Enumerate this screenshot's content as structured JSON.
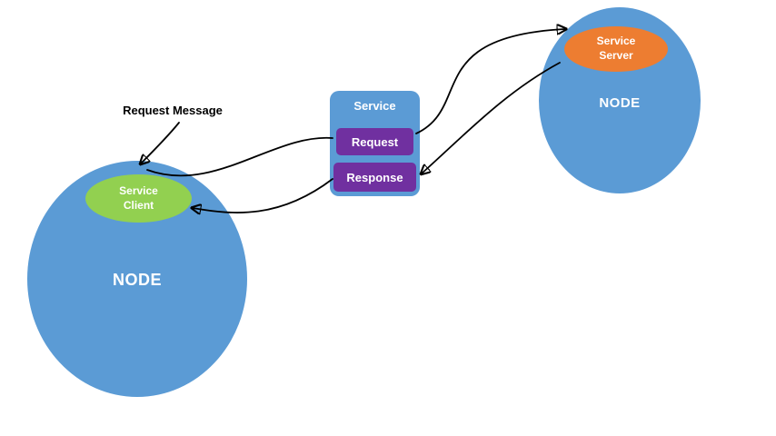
{
  "annotation": {
    "label": "Request Message"
  },
  "left_node": {
    "label": "NODE",
    "client": {
      "label": "Service Client"
    }
  },
  "right_node": {
    "label": "NODE",
    "server": {
      "label": "Service Server"
    }
  },
  "service": {
    "title": "Service",
    "request": {
      "label": "Request"
    },
    "response": {
      "label": "Response"
    }
  },
  "colors": {
    "node_fill": "#5b9bd5",
    "client_fill": "#92d050",
    "server_fill": "#ed7d31",
    "action_fill": "#7030a0",
    "arrow": "#000000",
    "background": "#ffffff"
  },
  "arrows": [
    {
      "name": "annotation-arrow",
      "from": "request-message-label",
      "to": "left-node-top"
    },
    {
      "name": "client-to-request",
      "from": "left-node-top",
      "to": "request-box"
    },
    {
      "name": "request-to-server",
      "from": "request-box",
      "to": "service-server-ellipse"
    },
    {
      "name": "server-to-response",
      "from": "service-server-ellipse",
      "to": "response-box"
    },
    {
      "name": "response-to-client",
      "from": "response-box",
      "to": "service-client-ellipse"
    }
  ]
}
